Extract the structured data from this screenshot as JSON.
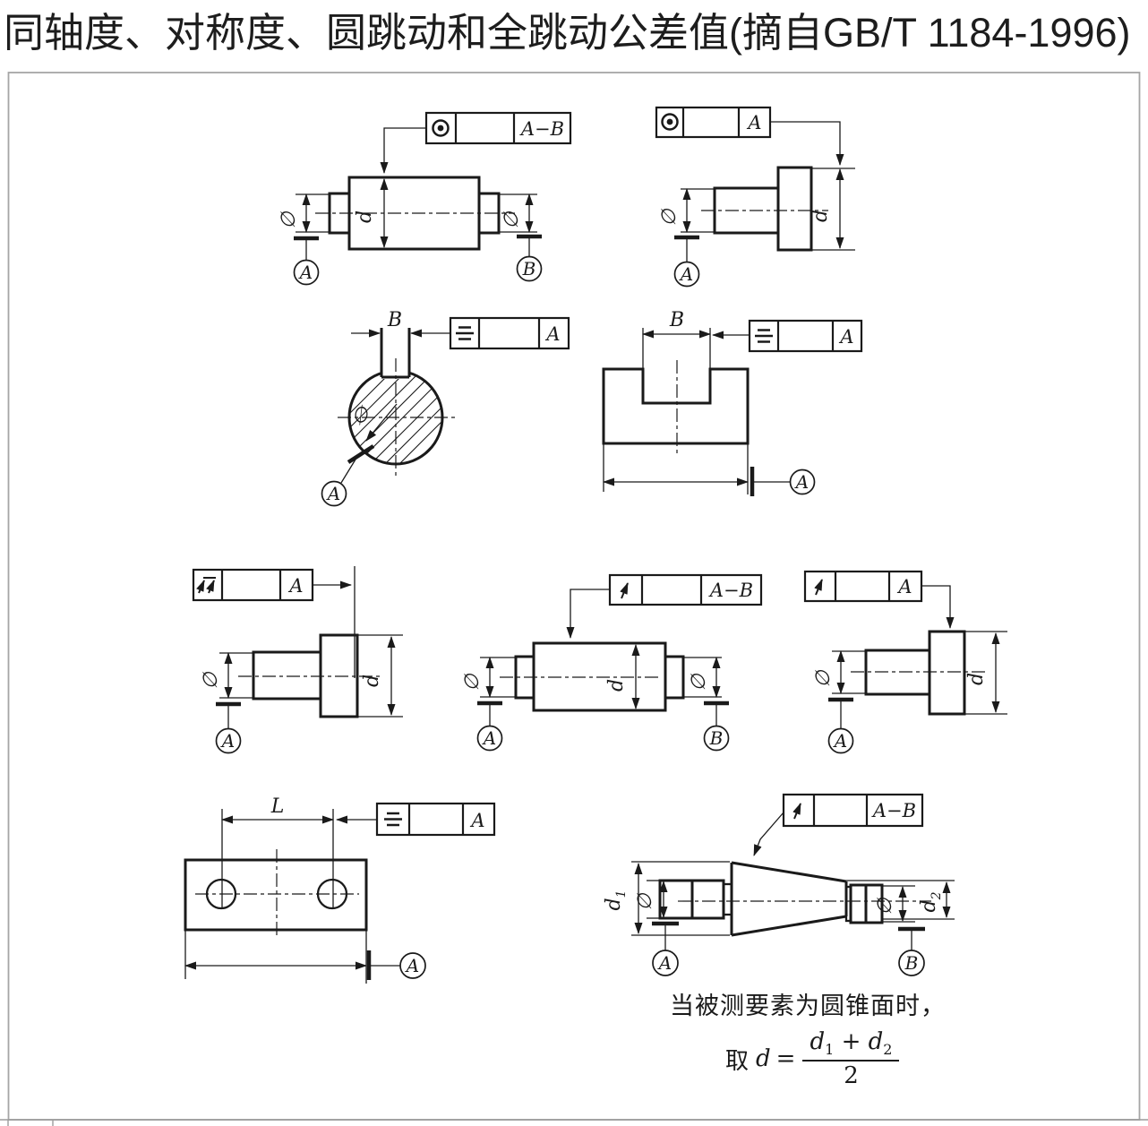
{
  "page": {
    "title": "同轴度、对称度、圆跳动和全跳动公差值(摘自GB/T 1184-1996)"
  },
  "colors": {
    "ink": "#1a1a1a",
    "figure_border": "#a6a6a6"
  },
  "drawings": {
    "d1": {
      "frame": {
        "symbol": "concentricity",
        "tolerance": "",
        "datum": "A−B"
      },
      "labels": {
        "phi_left": "∅",
        "phi_right": "∅",
        "d": "d",
        "datum_a": "A",
        "datum_b": "B"
      }
    },
    "d2": {
      "frame": {
        "symbol": "concentricity",
        "tolerance": "",
        "datum": "A"
      },
      "labels": {
        "phi": "∅",
        "d": "d",
        "datum_a": "A"
      }
    },
    "d3": {
      "frame": {
        "symbol": "symmetry",
        "tolerance": "",
        "datum": "A"
      },
      "labels": {
        "b": "B",
        "phi": "∅",
        "datum_a": "A"
      }
    },
    "d4": {
      "frame": {
        "symbol": "symmetry",
        "tolerance": "",
        "datum": "A"
      },
      "labels": {
        "b": "B",
        "datum_a": "A"
      }
    },
    "d5": {
      "frame": {
        "symbol": "total-runout",
        "tolerance": "",
        "datum": "A"
      },
      "labels": {
        "phi": "∅",
        "d": "d",
        "datum_a": "A"
      }
    },
    "d6": {
      "frame": {
        "symbol": "circular-runout",
        "tolerance": "",
        "datum": "A−B"
      },
      "labels": {
        "phi_left": "∅",
        "phi_right": "∅",
        "d": "d",
        "datum_a": "A",
        "datum_b": "B"
      }
    },
    "d7": {
      "frame": {
        "symbol": "circular-runout",
        "tolerance": "",
        "datum": "A"
      },
      "labels": {
        "phi": "∅",
        "d": "d",
        "datum_a": "A"
      }
    },
    "d8": {
      "frame": {
        "symbol": "symmetry",
        "tolerance": "",
        "datum": "A"
      },
      "labels": {
        "l": "L",
        "datum_a": "A"
      }
    },
    "d9": {
      "frame": {
        "symbol": "circular-runout",
        "tolerance": "",
        "datum": "A−B"
      },
      "labels": {
        "d1_main": "d",
        "d1_sub": "1",
        "d2_main": "d",
        "d2_sub": "2",
        "phi_left": "∅",
        "phi_right": "∅",
        "datum_a": "A",
        "datum_b": "B"
      }
    }
  },
  "note": {
    "line1": "当被测要素为圆锥面时，",
    "take": "取",
    "var": "d",
    "equals": "=",
    "num_d1": "d",
    "num_d1_sub": "1",
    "plus": "+",
    "num_d2": "d",
    "num_d2_sub": "2",
    "denominator": "2"
  }
}
